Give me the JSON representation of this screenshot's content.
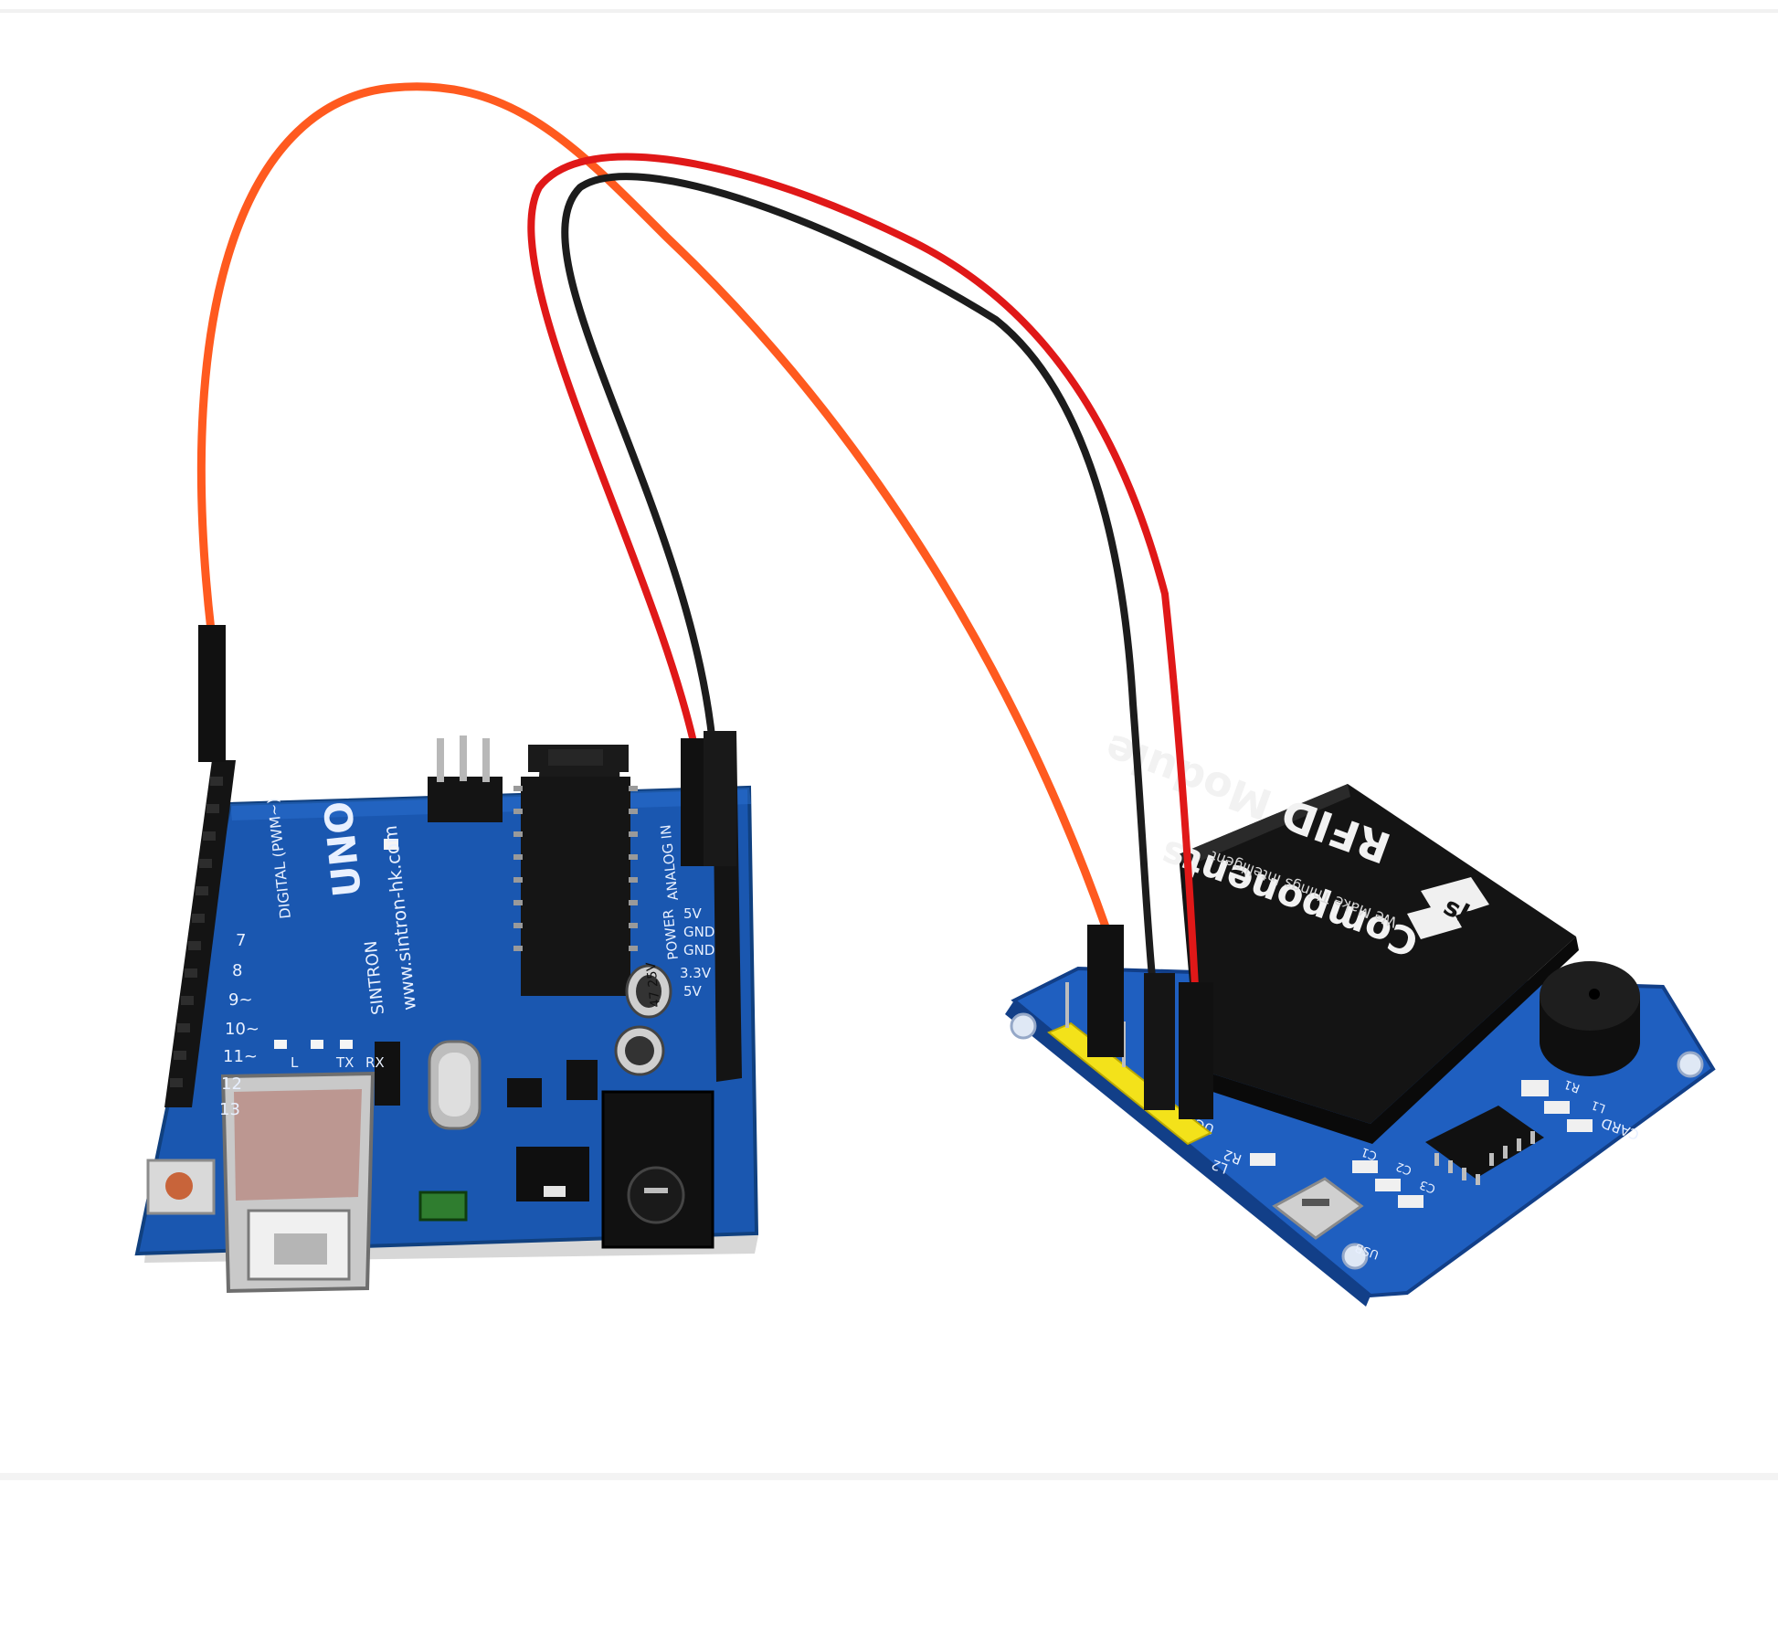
{
  "colors": {
    "background": "#ffffff",
    "arduino_pcb": "#1a57b0",
    "rfid_pcb": "#1f5fc0",
    "wire_orange": "#ff5a1f",
    "wire_red": "#e01818",
    "wire_black": "#1c1c1c",
    "module_body": "#121212",
    "header_yellow": "#f3e21a"
  },
  "arduino": {
    "board_label": "UNO",
    "brand": "SINTRON",
    "website": "www.sintron-hk.com",
    "digital_label": "DIGITAL (PWM~)",
    "analog_label": "ANALOG IN",
    "power_label": "POWER",
    "pin_labels": [
      "7",
      "8",
      "9~",
      "10~",
      "11~",
      "12",
      "13"
    ],
    "power_pins": [
      "5V",
      "GND",
      "GND",
      "3.3V",
      "5V"
    ],
    "led_labels": [
      "L",
      "TX",
      "RX"
    ],
    "capacitor_label": "47 25V"
  },
  "rfid_module": {
    "title": "RFID Module",
    "brand_logo": "sb",
    "brand_name": "Components",
    "tagline": "We Make Things Intelligent",
    "pcb_labels": [
      "UC",
      "R2",
      "L2",
      "USB",
      "C1",
      "C2",
      "C3",
      "R1",
      "L1",
      "CARD"
    ]
  }
}
